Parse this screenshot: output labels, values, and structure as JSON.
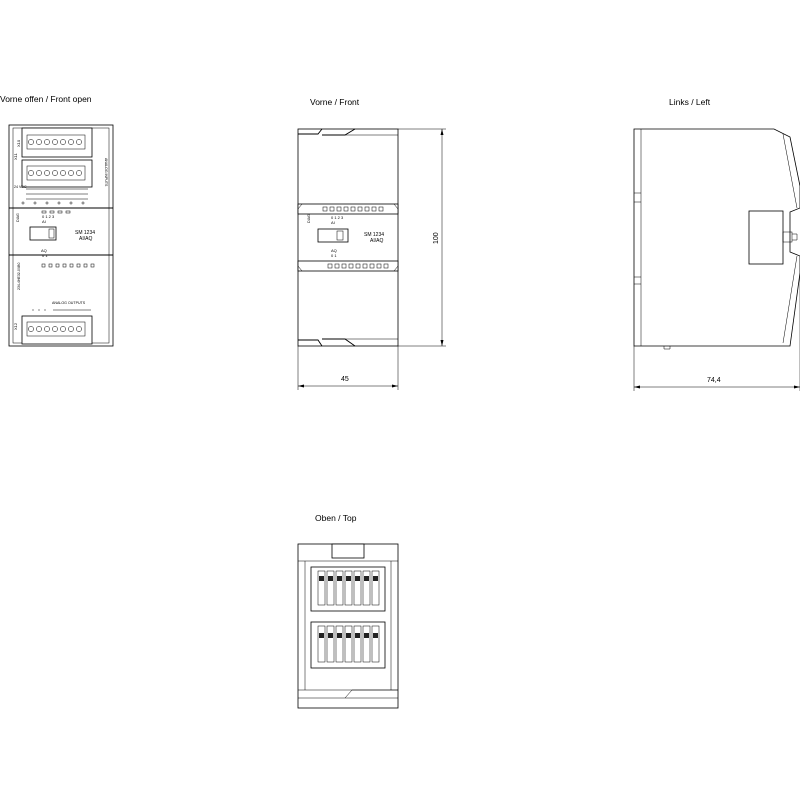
{
  "views": {
    "front_open": {
      "title": "Vorne offen / Front open",
      "labels": {
        "x10": "X10",
        "x11": "X11",
        "x12": "X12",
        "analog_inputs": "ANALOG INPUTS",
        "analog_outputs": "ANALOG OUTPUTS",
        "supply": "24 VDC",
        "model": "SM 1234",
        "type": "AI/AQ",
        "ai": "AI",
        "aq": "AQ",
        "diag": "DIAG",
        "article": "234-4HE32-0XB0",
        "in_channels": "0  1  2  3",
        "out_channels": "0  1"
      }
    },
    "front": {
      "title": "Vorne / Front",
      "width_dim": "45",
      "height_dim": "100",
      "labels": {
        "model": "SM 1234",
        "type": "AI/AQ",
        "ai": "AI",
        "aq": "AQ",
        "diag": "DIAG",
        "in_channels": "0  1  2  3",
        "out_channels": "0  1"
      }
    },
    "left": {
      "title": "Links / Left",
      "depth_dim": "74,4"
    },
    "top": {
      "title": "Oben / Top"
    }
  }
}
